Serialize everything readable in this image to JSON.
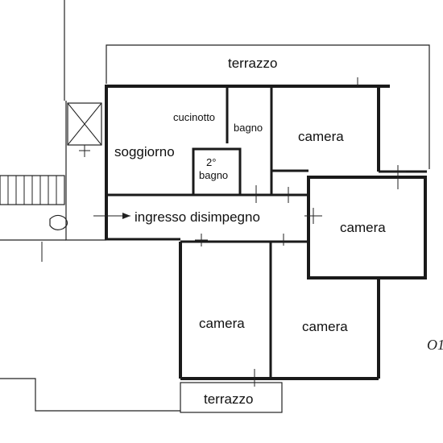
{
  "rooms": {
    "terrazzo_top": "terrazzo",
    "cucinotto": "cucinotto",
    "bagno": "bagno",
    "camera_top": "camera",
    "soggiorno": "soggiorno",
    "secondo_bagno_line1": "2°",
    "secondo_bagno_line2": "bagno",
    "ingresso": "ingresso disimpegno",
    "camera_right": "camera",
    "camera_bottom_left": "camera",
    "camera_bottom_right": "camera",
    "terrazzo_bottom": "terrazzo"
  },
  "edge_text": "O1",
  "colors": {
    "wall": "#1a1a1a",
    "background": "#ffffff"
  }
}
